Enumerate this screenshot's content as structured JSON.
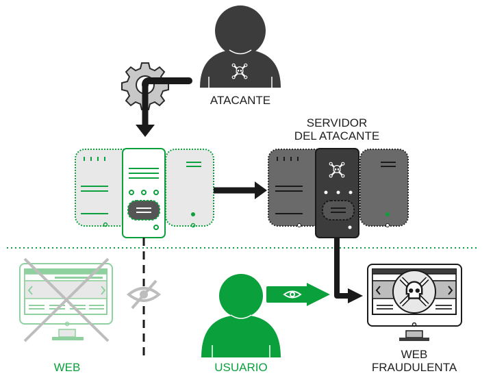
{
  "labels": {
    "attacker": "ATACANTE",
    "attacker_server_line1": "SERVIDOR",
    "attacker_server_line2": "DEL ATACANTE",
    "web": "WEB",
    "user": "USUARIO",
    "fraud_web_line1": "WEB",
    "fraud_web_line2": "FRAUDULENTA"
  },
  "colors": {
    "green": "#0aa03c",
    "light_green": "#8fd19e",
    "dark": "#3c3c3c",
    "black": "#1a1a1a",
    "gray": "#bdbdbd",
    "light_gray": "#e8e8e8"
  },
  "icons": [
    "attacker-person-icon",
    "skull-icon",
    "gear-icon",
    "server-icon",
    "monitor-icon",
    "eye-icon",
    "eye-slash-icon",
    "user-person-icon"
  ]
}
